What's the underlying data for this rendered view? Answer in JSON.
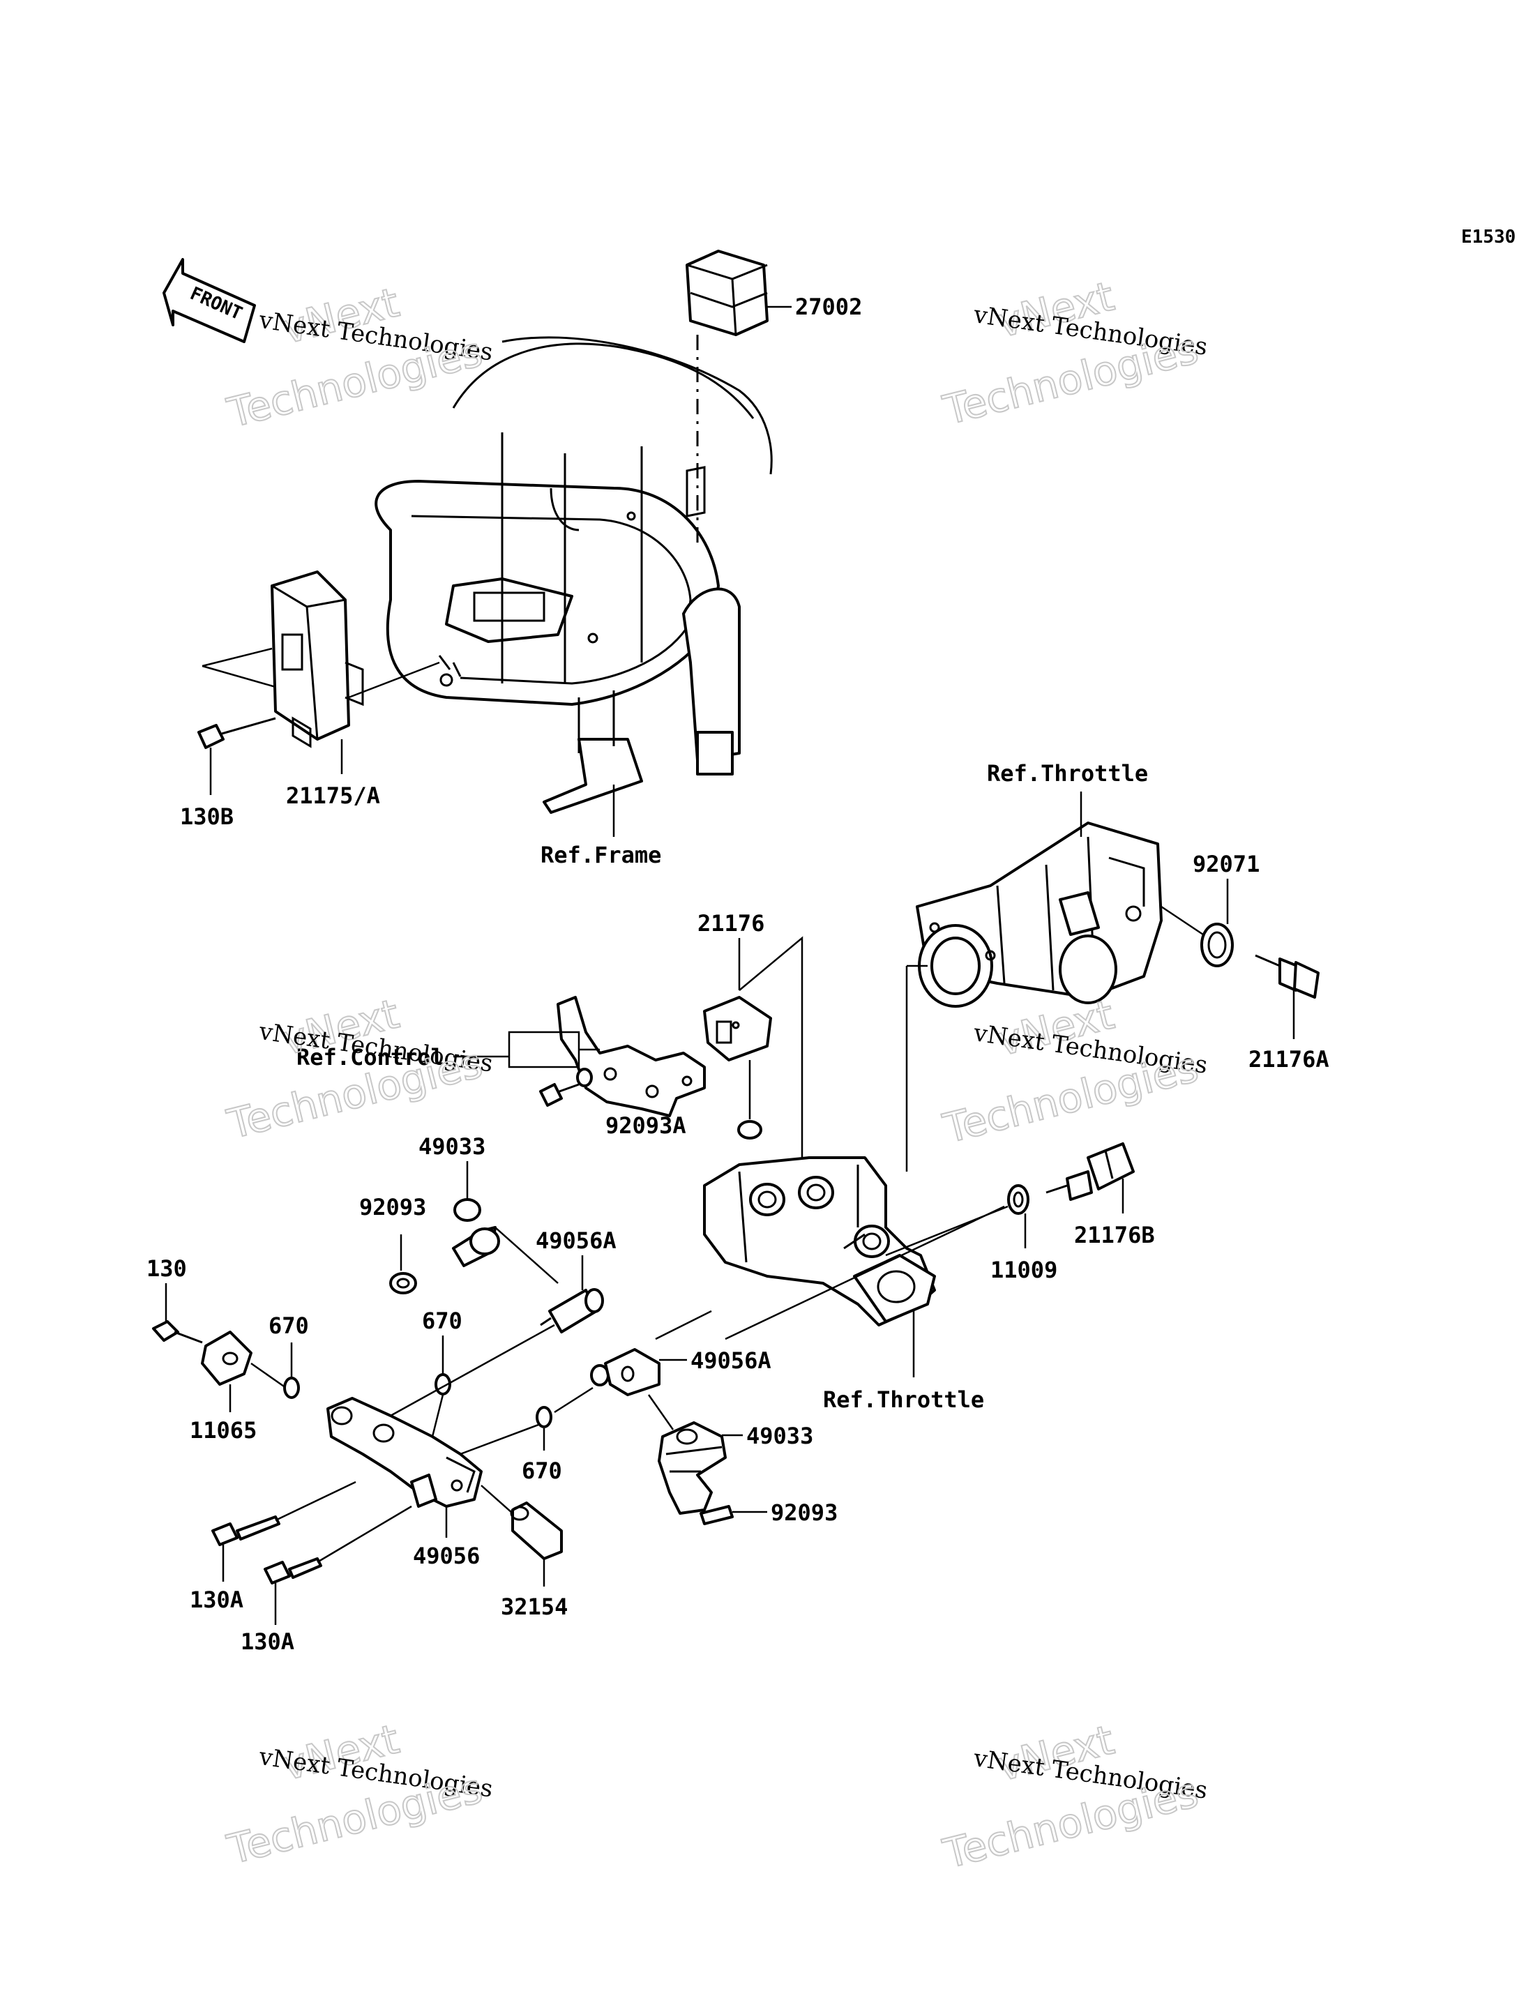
{
  "diagram_code": "E1530",
  "front_arrow_text": "FRONT",
  "watermark": {
    "line1": "vNext Technologies",
    "line2": "vNext",
    "line3": "Technologies"
  },
  "labels": {
    "p27002": "27002",
    "p130B": "130B",
    "p21175A": "21175/A",
    "ref_frame": "Ref.Frame",
    "ref_throttle_top": "Ref.Throttle",
    "p92071": "92071",
    "p21176A": "21176A",
    "p21176": "21176",
    "ref_control": "Ref.Control",
    "p92093A": "92093A",
    "p49033_a": "49033",
    "p92093_a": "92093",
    "p49056A_a": "49056A",
    "p130": "130",
    "p670_a": "670",
    "p670_b": "670",
    "p11065": "11065",
    "p49056A_b": "49056A",
    "ref_throttle_bottom": "Ref.Throttle",
    "p11009": "11009",
    "p21176B": "21176B",
    "p49033_b": "49033",
    "p670_c": "670",
    "p92093_b": "92093",
    "p49056": "49056",
    "p32154": "32154",
    "p130A_a": "130A",
    "p130A_b": "130A"
  }
}
